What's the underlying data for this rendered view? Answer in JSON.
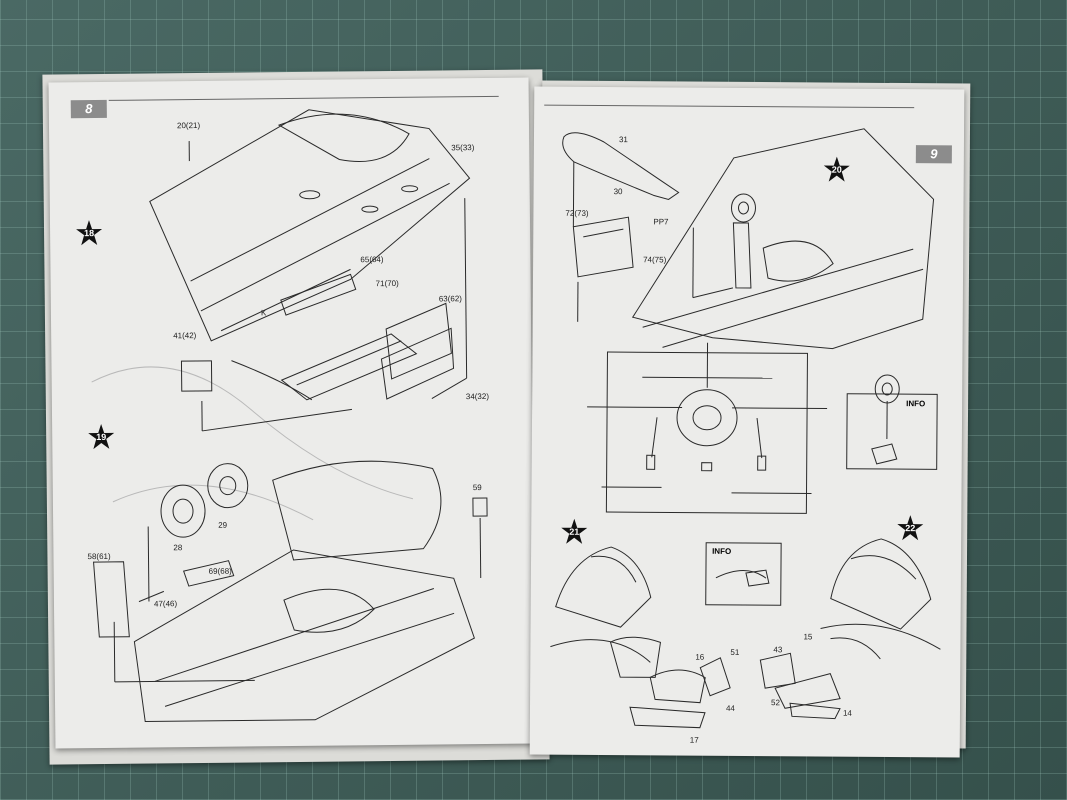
{
  "left_page": {
    "page_number": "8",
    "steps": [
      {
        "number": "18"
      },
      {
        "number": "19"
      }
    ],
    "labels": [
      "20(21)",
      "35(33)",
      "65(64)",
      "71(70)",
      "63(62)",
      "41(42)",
      "34(32)",
      "59",
      "29",
      "28",
      "58(61)",
      "69(68)",
      "47(46)",
      "K"
    ]
  },
  "right_page": {
    "page_number": "9",
    "steps": [
      {
        "number": "20"
      },
      {
        "number": "21"
      },
      {
        "number": "22"
      }
    ],
    "labels": [
      "31",
      "30",
      "72(73)",
      "PP7",
      "74(75)",
      "16",
      "51",
      "43",
      "15",
      "44",
      "52",
      "14",
      "17"
    ],
    "info_labels": [
      "INFO",
      "INFO"
    ]
  }
}
